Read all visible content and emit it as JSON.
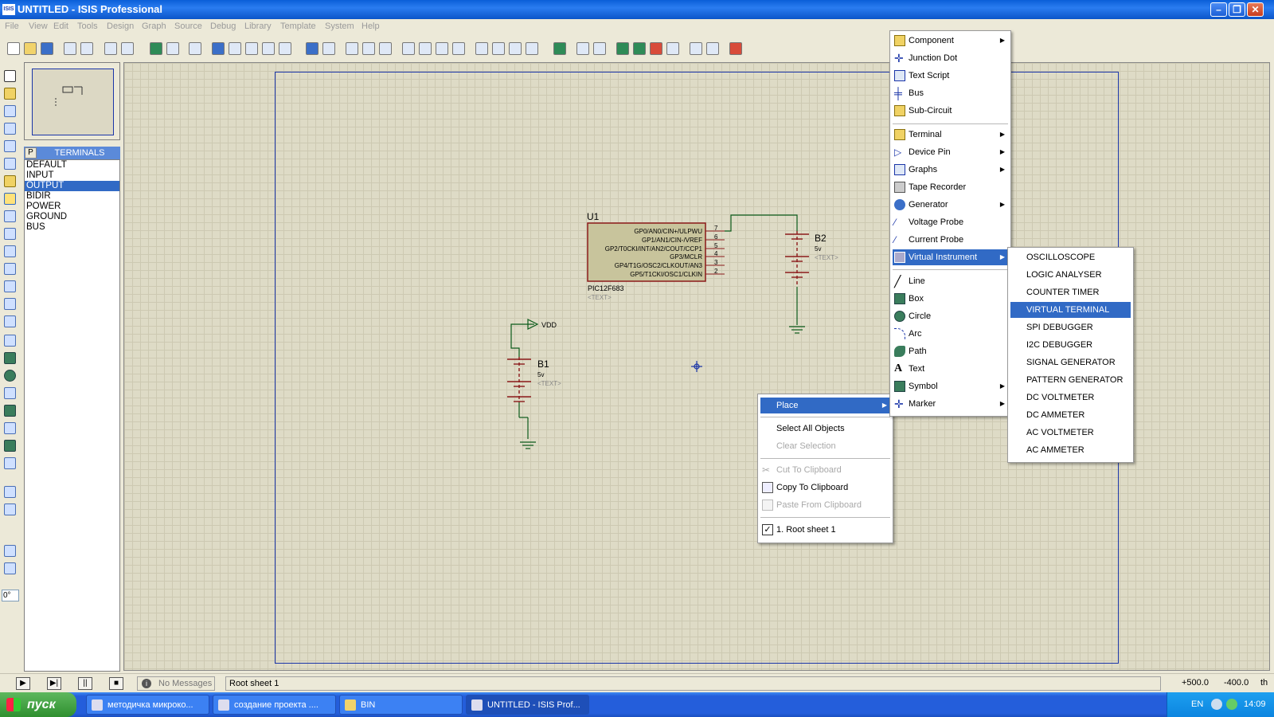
{
  "window": {
    "title": "UNTITLED - ISIS Professional",
    "icon_label": "ISIS",
    "buttons": [
      "minimize-icon",
      "restore-icon",
      "close-icon"
    ]
  },
  "menubar": [
    "File",
    "View",
    "Edit",
    "Tools",
    "Design",
    "Graph",
    "Source",
    "Debug",
    "Library",
    "Template",
    "System",
    "Help"
  ],
  "device_panel": {
    "mode_button": "P",
    "title": "TERMINALS",
    "items": [
      "DEFAULT",
      "INPUT",
      "OUTPUT",
      "BIDIR",
      "POWER",
      "GROUND",
      "BUS"
    ],
    "selected": "OUTPUT"
  },
  "rotation": "0°",
  "schematic": {
    "u1": {
      "ref": "U1",
      "part": "PIC12F683",
      "text": "<TEXT>",
      "pins": [
        {
          "name": "GP0/AN0/CIN+/ULPWU",
          "num": "7"
        },
        {
          "name": "GP1/AN1/CIN-/VREF",
          "num": "6"
        },
        {
          "name": "GP2/T0CKI/INT/AN2/COUT/CCP1",
          "num": "5"
        },
        {
          "name": "GP3/MCLR",
          "num": "4"
        },
        {
          "name": "GP4/T1G/OSC2/CLKOUT/AN3",
          "num": "3"
        },
        {
          "name": "GP5/T1CKI/OSC1/CLKIN",
          "num": "2"
        }
      ]
    },
    "b1": {
      "ref": "B1",
      "value": "5v",
      "text": "<TEXT>"
    },
    "b2": {
      "ref": "B2",
      "value": "5v",
      "text": "<TEXT>"
    },
    "vdd": "VDD"
  },
  "context_menu": {
    "items": [
      {
        "label": "Place",
        "highlighted": true,
        "submenu": true
      },
      {
        "label": "Select All Objects"
      },
      {
        "label": "Clear Selection",
        "disabled": true
      },
      {
        "label": "Cut To Clipboard",
        "disabled": true
      },
      {
        "label": "Copy To Clipboard"
      },
      {
        "label": "Paste From Clipboard",
        "disabled": true
      },
      {
        "label": "1. Root sheet 1",
        "checked": true
      }
    ]
  },
  "place_menu": {
    "items": [
      {
        "label": "Component",
        "submenu": true,
        "icon": "component-icon"
      },
      {
        "label": "Junction Dot",
        "icon": "junction-dot-icon"
      },
      {
        "label": "Text Script",
        "icon": "text-script-icon"
      },
      {
        "label": "Bus",
        "icon": "bus-icon"
      },
      {
        "label": "Sub-Circuit",
        "icon": "sub-circuit-icon"
      },
      {
        "label": "Terminal",
        "submenu": true,
        "icon": "terminal-icon"
      },
      {
        "label": "Device Pin",
        "submenu": true,
        "icon": "device-pin-icon"
      },
      {
        "label": "Graphs",
        "submenu": true,
        "icon": "graphs-icon"
      },
      {
        "label": "Tape Recorder",
        "icon": "tape-recorder-icon"
      },
      {
        "label": "Generator",
        "submenu": true,
        "icon": "generator-icon"
      },
      {
        "label": "Voltage Probe",
        "icon": "voltage-probe-icon"
      },
      {
        "label": "Current Probe",
        "icon": "current-probe-icon"
      },
      {
        "label": "Virtual Instrument",
        "submenu": true,
        "highlighted": true,
        "icon": "virtual-instrument-icon"
      },
      {
        "label": "Line",
        "icon": "line-icon"
      },
      {
        "label": "Box",
        "icon": "box-icon"
      },
      {
        "label": "Circle",
        "icon": "circle-icon"
      },
      {
        "label": "Arc",
        "icon": "arc-icon"
      },
      {
        "label": "Path",
        "icon": "path-icon"
      },
      {
        "label": "Text",
        "icon": "text-icon"
      },
      {
        "label": "Symbol",
        "submenu": true,
        "icon": "symbol-icon"
      },
      {
        "label": "Marker",
        "submenu": true,
        "icon": "marker-icon"
      }
    ]
  },
  "instrument_menu": {
    "items": [
      "OSCILLOSCOPE",
      "LOGIC ANALYSER",
      "COUNTER TIMER",
      "VIRTUAL TERMINAL",
      "SPI DEBUGGER",
      "I2C DEBUGGER",
      "SIGNAL GENERATOR",
      "PATTERN GENERATOR",
      "DC VOLTMETER",
      "DC AMMETER",
      "AC VOLTMETER",
      "AC AMMETER"
    ],
    "selected": "VIRTUAL TERMINAL"
  },
  "statusbar": {
    "messages": "No Messages",
    "sheet": "Root sheet 1",
    "x": "+500.0",
    "y": "-400.0",
    "unit": "th"
  },
  "taskbar": {
    "start": "пуск",
    "tasks": [
      "методичка микроко...",
      "создание проекта ....",
      "BIN",
      "UNTITLED - ISIS Prof..."
    ],
    "lang": "EN",
    "time": "14:09"
  }
}
